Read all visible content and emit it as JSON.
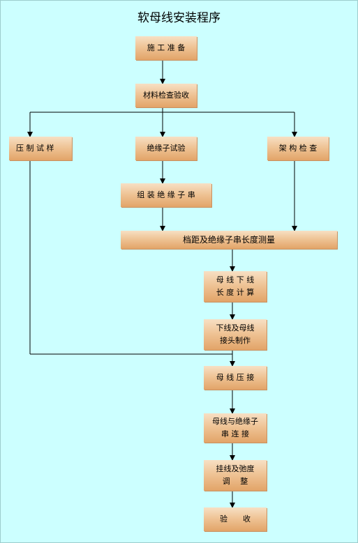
{
  "title": "软母线安装程序",
  "nodes": {
    "prep": "施 工 准 备",
    "material_check": "材料检查验收",
    "press_trial": "压 制 试 样",
    "insulator_test": "绝缘子试验",
    "frame_check": "架 构 检 查",
    "assemble_string": "组 装 绝 缘 子 串",
    "span_measure": "档距及绝缘子串长度测量",
    "length_calc": "母 线 下 线\n长 度 计 算",
    "cut_joint": "下线及母线\n接头制作",
    "press_bus": "母 线 压 接",
    "connect_string": "母线与绝缘子\n串 连 接",
    "hang_sag": "挂线及弛度\n调　 整",
    "acceptance": "验　　收"
  }
}
